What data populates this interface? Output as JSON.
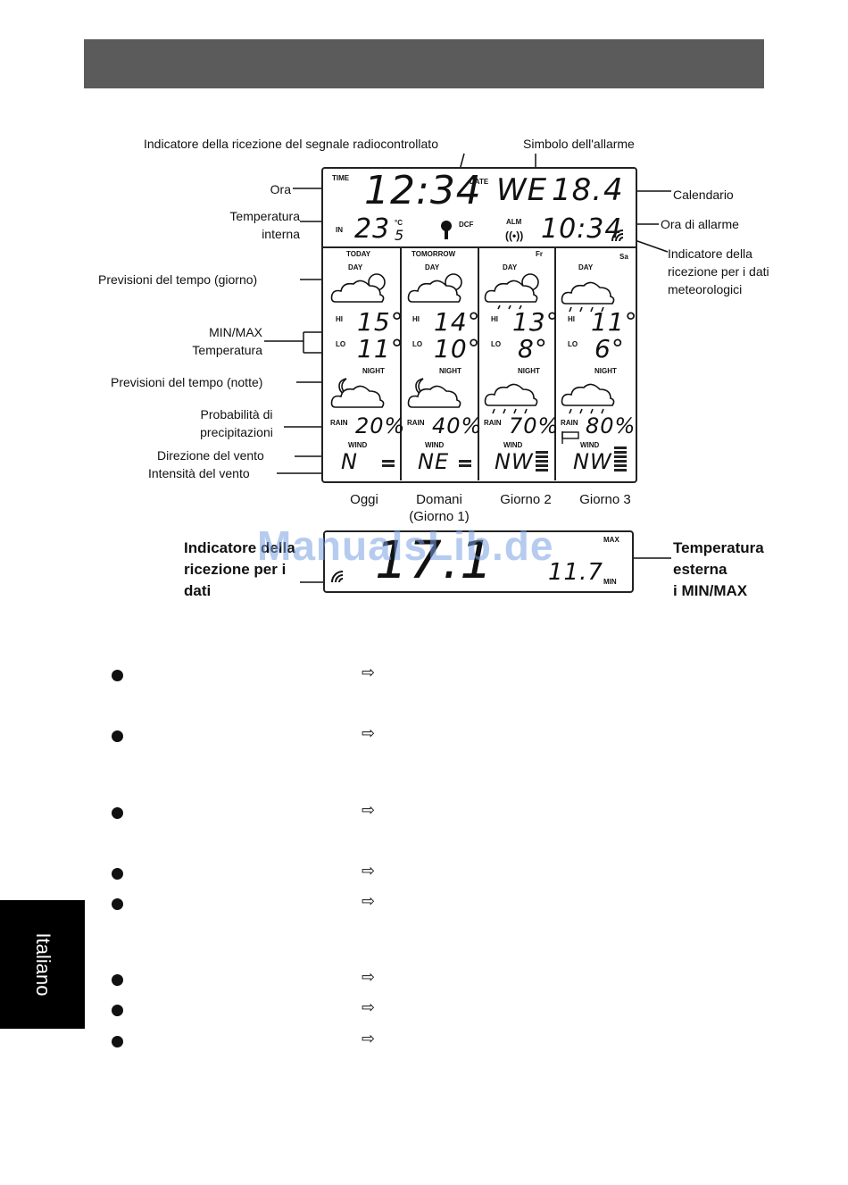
{
  "side_tab": "Italiano",
  "watermark": "ManualsLib.de",
  "callouts": {
    "radio_signal": "Indicatore della ricezione del segnale radiocontrollato",
    "alarm_symbol": "Simbolo dell'allarme",
    "time": "Ora",
    "indoor_temp_1": "Temperatura",
    "indoor_temp_2": "interna",
    "calendar": "Calendario",
    "alarm_time": "Ora di allarme",
    "weather_rx_1": "Indicatore della",
    "weather_rx_2": "ricezione per i dati",
    "weather_rx_3": "meteorologici",
    "forecast_day": "Previsioni del tempo (giorno)",
    "minmax_1": "MIN/MAX",
    "minmax_2": "Temperatura",
    "forecast_night": "Previsioni del tempo (notte)",
    "rain_prob_1": "Probabilità di",
    "rain_prob_2": "precipitazioni",
    "wind_dir": "Direzione del vento",
    "wind_strength": "Intensità del vento"
  },
  "lcd": {
    "time_label": "TIME",
    "time": "12:34",
    "date_label": "DATE",
    "weekday": "WE",
    "day": "18.",
    "month": "4",
    "in_label": "IN",
    "in_temp": "23",
    "in_temp_dec": "5",
    "unit": "°C",
    "dcf_label": "DCF",
    "alm_label": "ALM",
    "alarm_time": "10:34",
    "day_label": "DAY",
    "night_label": "NIGHT",
    "hi_label": "HI",
    "lo_label": "LO",
    "rain_label": "RAIN",
    "wind_label": "WIND",
    "columns": [
      {
        "header": "TODAY",
        "hi": "15°",
        "lo": "11°",
        "rain": "20%",
        "wind": "N"
      },
      {
        "header": "TOMORROW",
        "hi": "14°",
        "lo": "10°",
        "rain": "40%",
        "wind": "NE"
      },
      {
        "header": "Fr",
        "hi": "13°",
        "lo": "8°",
        "rain": "70%",
        "wind": "NW"
      },
      {
        "header": "Sa",
        "hi": "11°",
        "lo": "6°",
        "rain": "80%",
        "wind": "NW"
      }
    ]
  },
  "day_captions": [
    {
      "line1": "Oggi",
      "line2": ""
    },
    {
      "line1": "Domani",
      "line2": "(Giorno 1)"
    },
    {
      "line1": "Giorno 2",
      "line2": ""
    },
    {
      "line1": "Giorno 3",
      "line2": ""
    }
  ],
  "ext": {
    "rx_1": "Indicatore della",
    "rx_2": "ricezione per i",
    "rx_3": "dati",
    "temp_1": "Temperatura",
    "temp_2": "esterna",
    "temp_3": "i MIN/MAX",
    "big_value": "17.1",
    "small_value": "11.7",
    "max_label": "MAX",
    "min_label": "MIN"
  },
  "list": {
    "bullet_glyph": "●",
    "arrow_glyph": "⇨",
    "count": 8
  }
}
